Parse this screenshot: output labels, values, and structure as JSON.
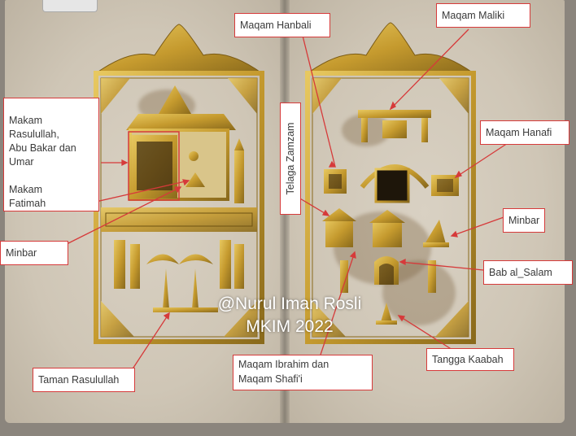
{
  "labels": {
    "makam_rasulullah": "Makam\nRasulullah,\nAbu Bakar dan\nUmar",
    "makam_fatimah": "Makam\nFatimah",
    "minbar_left": "Minbar",
    "taman_rasulullah": "Taman Rasulullah",
    "maqam_hanbali": "Maqam Hanbali",
    "maqam_maliki": "Maqam Maliki",
    "telaga_zamzam": "Telaga Zamzam",
    "maqam_hanafi": "Maqam Hanafi",
    "minbar_right": "Minbar",
    "bab_al_salam": "Bab al_Salam",
    "maqam_ibrahim": "Maqam Ibrahim dan\nMaqam Shafi'i",
    "tangga_kaabah": "Tangga Kaabah"
  },
  "watermark": {
    "line1": "@Nurul Iman Rosli",
    "line2": "MKIM 2022"
  },
  "colors": {
    "label_border": "#d63a3a",
    "arrow": "#d63a3a",
    "gold": "#c9a23a",
    "gold_dark": "#8a6a1c"
  }
}
